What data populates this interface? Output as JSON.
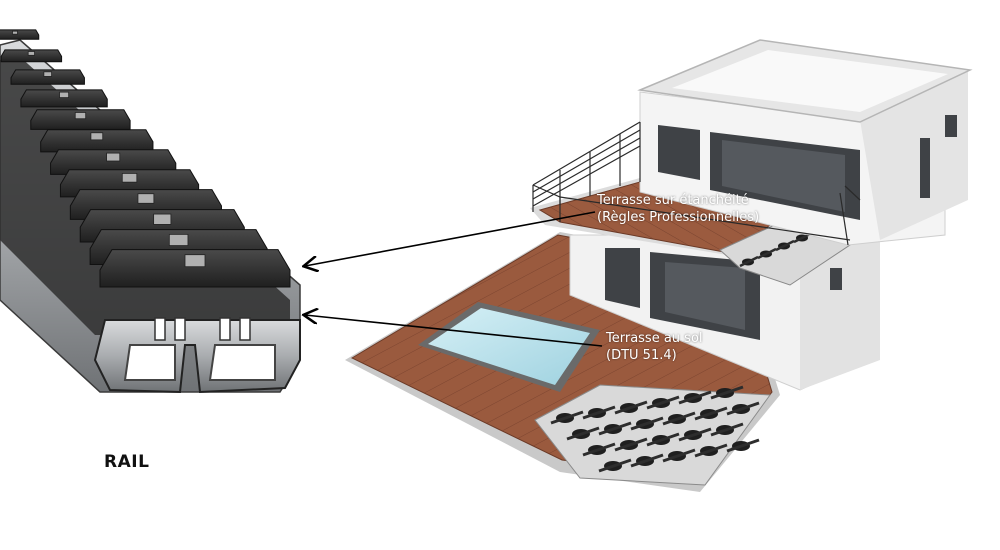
{
  "rail_label": "RAIL",
  "callouts": {
    "upper": {
      "line1": "Terrasse sur étanchéité",
      "line2": "(Règles Professionnelles)"
    },
    "ground": {
      "line1": "Terrasse au sol",
      "line2": "(DTU 51.4)"
    }
  },
  "colors": {
    "deck": "#9a5a3e",
    "deck_dark": "#7d4530",
    "wall": "#f3f3f3",
    "window": "#3f4246",
    "pool": "#bfe4ee",
    "rail_metal": "#a9acaf",
    "pad": "#2a2a2a",
    "arrow": "#000000"
  }
}
